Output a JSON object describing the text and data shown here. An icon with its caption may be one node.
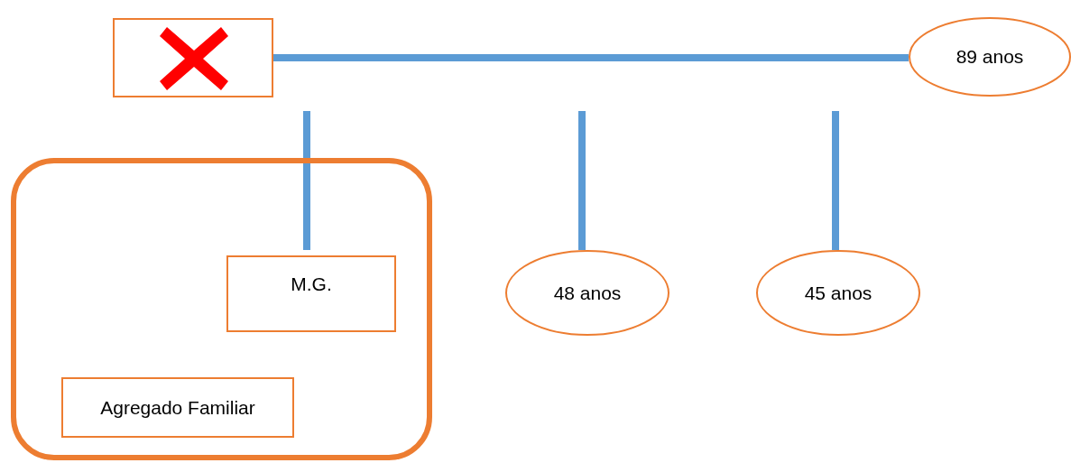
{
  "diagram": {
    "nodes": [
      {
        "text": [],
        "shape": "box"
      },
      {
        "text": [
          "89 anos"
        ]
      },
      {
        "text": [],
        "shape": "box"
      },
      {
        "text": [
          "M.G."
        ],
        "in": 2
      },
      {
        "text": [
          "Agregado Familiar"
        ],
        "in": 2
      },
      {
        "text": [
          "48 anos"
        ]
      },
      {
        "text": [
          "45 anos"
        ]
      }
    ],
    "edges": [
      {
        "from": 0,
        "to": 1,
        "arrow": "none"
      },
      {
        "from": null,
        "to": 3,
        "arrow": "none"
      },
      {
        "from": null,
        "to": 5,
        "arrow": "none"
      },
      {
        "from": null,
        "to": 6,
        "arrow": "none"
      }
    ]
  }
}
